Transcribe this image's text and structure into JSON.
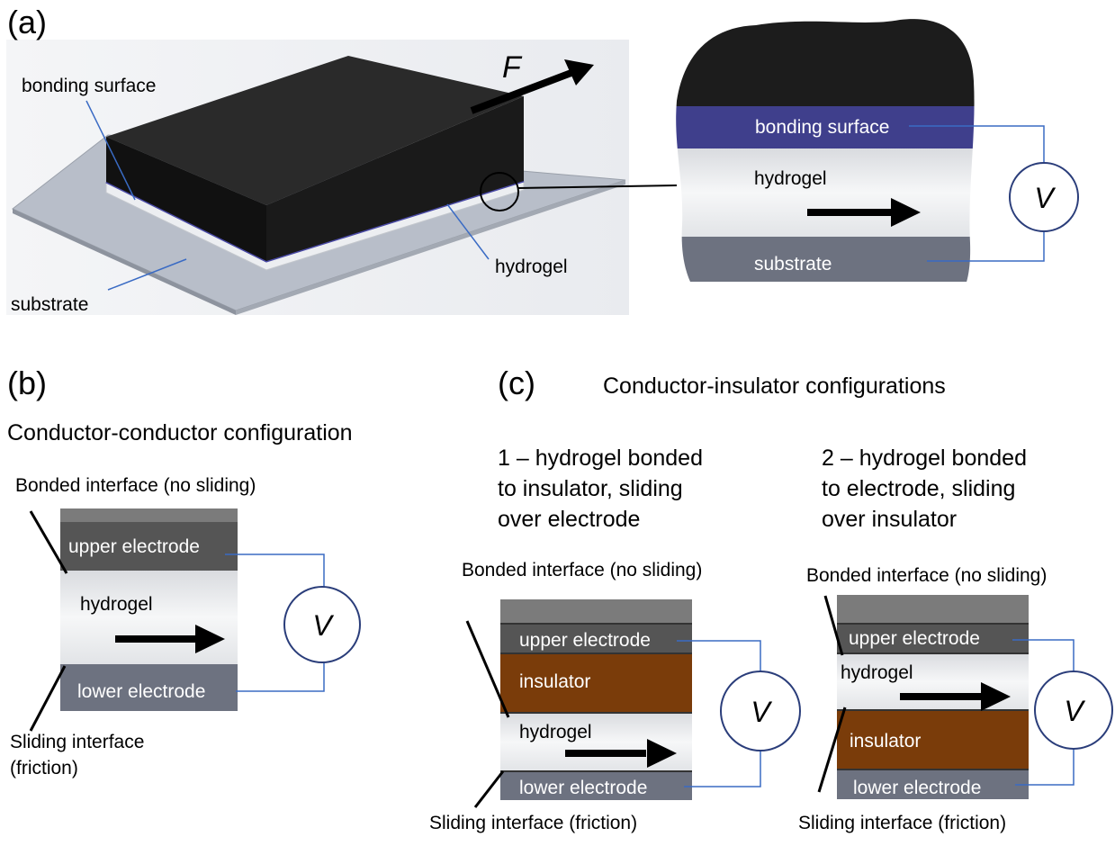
{
  "panel_a": {
    "letter": "(a)",
    "force_label": "F",
    "label_bonding_surface": "bonding surface",
    "label_hydrogel": "hydrogel",
    "label_substrate": "substrate",
    "zoom": {
      "bonding_surface": "bonding surface",
      "hydrogel": "hydrogel",
      "substrate": "substrate",
      "voltmeter": "V"
    }
  },
  "panel_b": {
    "letter": "(b)",
    "title": "Conductor-conductor configuration",
    "bonded_interface": "Bonded interface (no sliding)",
    "upper_electrode": "upper electrode",
    "hydrogel": "hydrogel",
    "lower_electrode": "lower electrode",
    "sliding_interface_line1": "Sliding interface",
    "sliding_interface_line2": "(friction)",
    "voltmeter": "V"
  },
  "panel_c": {
    "letter": "(c)",
    "title": "Conductor-insulator configurations",
    "config1": {
      "title_line1": "1 – hydrogel bonded",
      "title_line2": "to insulator, sliding",
      "title_line3": "over electrode",
      "bonded_interface": "Bonded interface (no sliding)",
      "upper_electrode": "upper electrode",
      "insulator": "insulator",
      "hydrogel": "hydrogel",
      "lower_electrode": "lower electrode",
      "sliding_interface": "Sliding interface (friction)",
      "voltmeter": "V"
    },
    "config2": {
      "title_line1": "2 – hydrogel bonded",
      "title_line2": "to electrode, sliding",
      "title_line3": "over insulator",
      "bonded_interface": "Bonded interface (no sliding)",
      "upper_electrode": "upper electrode",
      "hydrogel": "hydrogel",
      "insulator": "insulator",
      "lower_electrode": "lower electrode",
      "sliding_interface": "Sliding interface (friction)",
      "voltmeter": "V"
    }
  },
  "colors": {
    "block_black": "#1c1c1c",
    "bonding_blue": "#3f3f8c",
    "hydrogel_light": "#e9ebee",
    "substrate_gray": "#6d7280",
    "electrode_gray": "#5a5a5a",
    "insulator_brown": "#7a3c0a",
    "wire_blue": "#3a6bc4",
    "circle_navy": "#2a3d7a"
  }
}
